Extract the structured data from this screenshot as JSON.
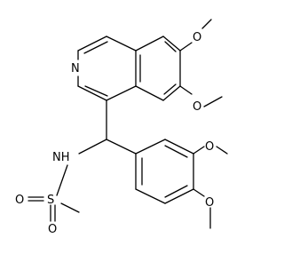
{
  "molecule": {
    "atom_labels": {
      "n_ring": "N",
      "o_top": "O",
      "o_right": "O",
      "nh": "NH",
      "o_mid": "O",
      "o_low": "O",
      "o_sulfonyl_left": "O",
      "s": "S",
      "o_sulfonyl_bottom": "O"
    }
  }
}
